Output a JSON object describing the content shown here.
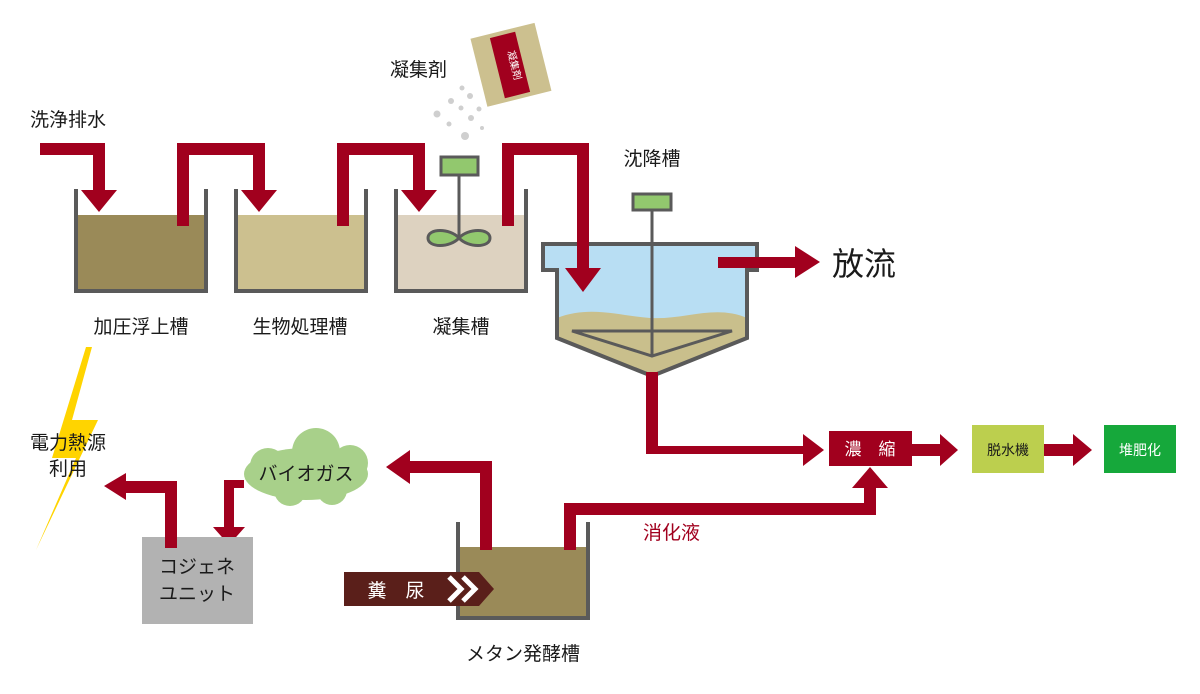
{
  "colors": {
    "pipe": "#a1001e",
    "wall": "#5a5a5a",
    "sludge_dark": "#9a8a58",
    "sludge_medium": "#ccc08f",
    "sludge_light": "#ddd2c0",
    "settle_water": "#b8def3",
    "settle_sludge": "#c9bf8c",
    "motor_green": "#92c86e",
    "cloud_green": "#a8d08a",
    "bolt_yellow": "#ffd400",
    "cogen_gray": "#b2b2b2",
    "thicken_red": "#a1001e",
    "dewater_lime": "#bccf4e",
    "compost_green": "#16a83b",
    "manure_brown": "#5a1f1a",
    "bag_tan": "#ccc08f",
    "bag_label": "#a1001e",
    "text_red": "#a1001e"
  },
  "labels": {
    "influent": "洗浄排水",
    "coagulant": "凝集剤",
    "coagulant_bag": "凝集剤",
    "tank1": "加圧浮上槽",
    "tank2": "生物処理槽",
    "tank3": "凝集槽",
    "settling_tank": "沈降槽",
    "discharge": "放流",
    "thickening": "濃　縮",
    "dewatering": "脱水機",
    "composting": "堆肥化",
    "digestate": "消化液",
    "methane_tank": "メタン発酵槽",
    "manure": "糞　尿",
    "biogas": "バイオガス",
    "cogen_line1": "コジェネ",
    "cogen_line2": "ユニット",
    "power_line1": "電力熱源",
    "power_line2": "利用"
  }
}
